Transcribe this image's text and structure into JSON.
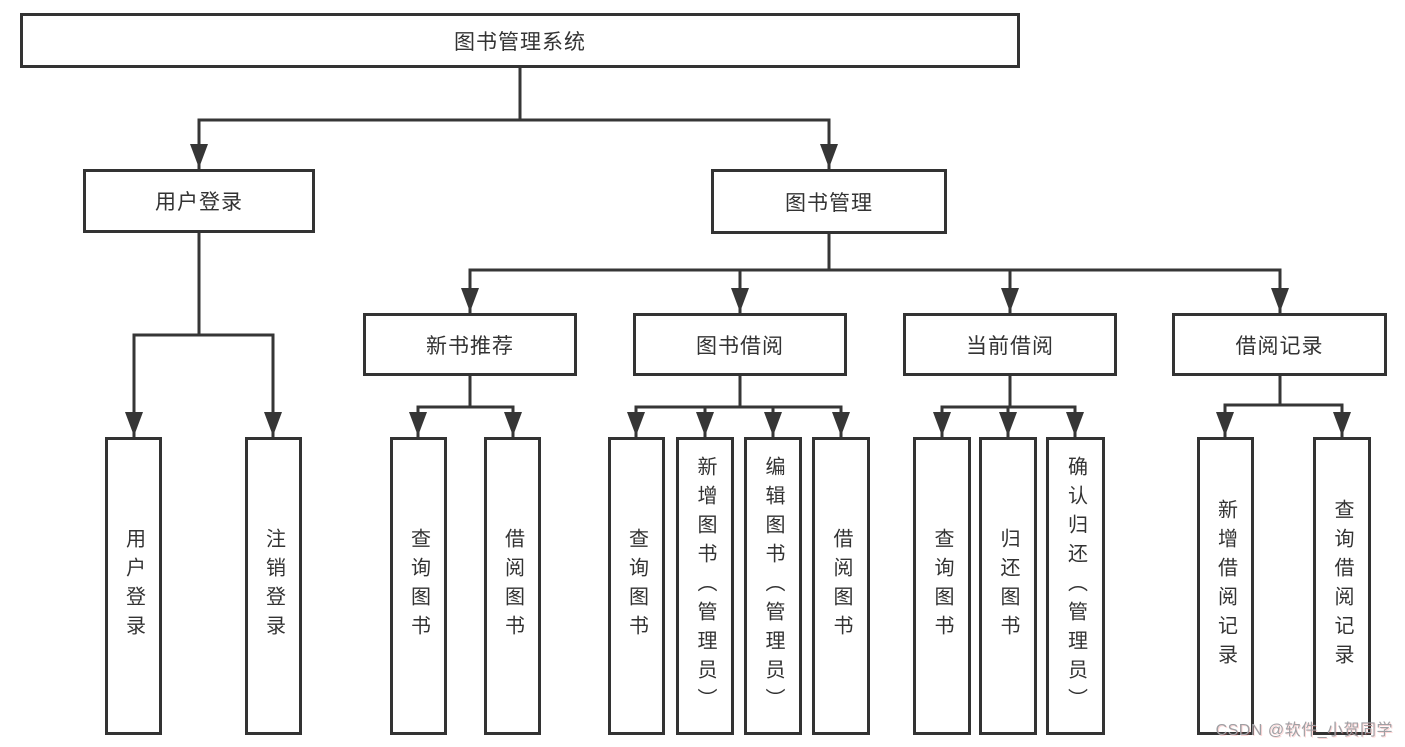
{
  "diagram": {
    "title": "图书管理系统",
    "level2": [
      "用户登录",
      "图书管理"
    ],
    "level3": [
      "新书推荐",
      "图书借阅",
      "当前借阅",
      "借阅记录"
    ],
    "level4": {
      "user_login": [
        "用户登录",
        "注销登录"
      ],
      "new_book": [
        "查询图书",
        "借阅图书"
      ],
      "book_borrow": [
        "查询图书",
        "新增图书（管理员）",
        "编辑图书（管理员）",
        "借阅图书"
      ],
      "current_borrow": [
        "查询图书",
        "归还图书",
        "确认归还（管理员）"
      ],
      "borrow_record": [
        "新增借阅记录",
        "查询借阅记录"
      ]
    }
  },
  "watermark": {
    "text": "CSDN @软件_小贺同学",
    "color": "#9fa0a4"
  },
  "colors": {
    "line": "#363636",
    "box_border": "#333333",
    "box_fill": "#ffffff",
    "text": "#333333",
    "background": "#ffffff"
  }
}
